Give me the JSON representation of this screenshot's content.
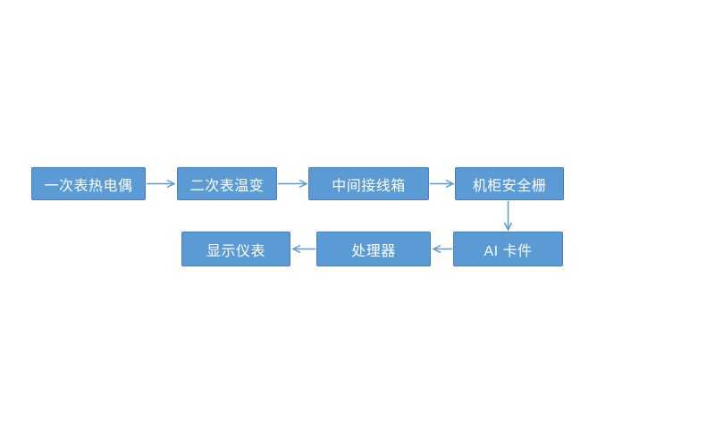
{
  "diagram": {
    "type": "flowchart",
    "background": "#ffffff",
    "colors": {
      "node_fill": "#5b9bd5",
      "node_border": "#4a7eba",
      "arrow": "#5b9bd5",
      "text": "#ffffff"
    },
    "nodes": [
      {
        "id": "primary-thermocouple",
        "label": "一次表热电偶"
      },
      {
        "id": "secondary-transmitter",
        "label": "二次表温变"
      },
      {
        "id": "intermediate-junction-box",
        "label": "中间接线箱"
      },
      {
        "id": "cabinet-safety-barrier",
        "label": "机柜安全栅"
      },
      {
        "id": "ai-card",
        "label": "AI 卡件"
      },
      {
        "id": "processor",
        "label": "处理器"
      },
      {
        "id": "display-instrument",
        "label": "显示仪表"
      }
    ],
    "edges": [
      {
        "from": "primary-thermocouple",
        "to": "secondary-transmitter"
      },
      {
        "from": "secondary-transmitter",
        "to": "intermediate-junction-box"
      },
      {
        "from": "intermediate-junction-box",
        "to": "cabinet-safety-barrier"
      },
      {
        "from": "cabinet-safety-barrier",
        "to": "ai-card"
      },
      {
        "from": "ai-card",
        "to": "processor"
      },
      {
        "from": "processor",
        "to": "display-instrument"
      }
    ]
  }
}
